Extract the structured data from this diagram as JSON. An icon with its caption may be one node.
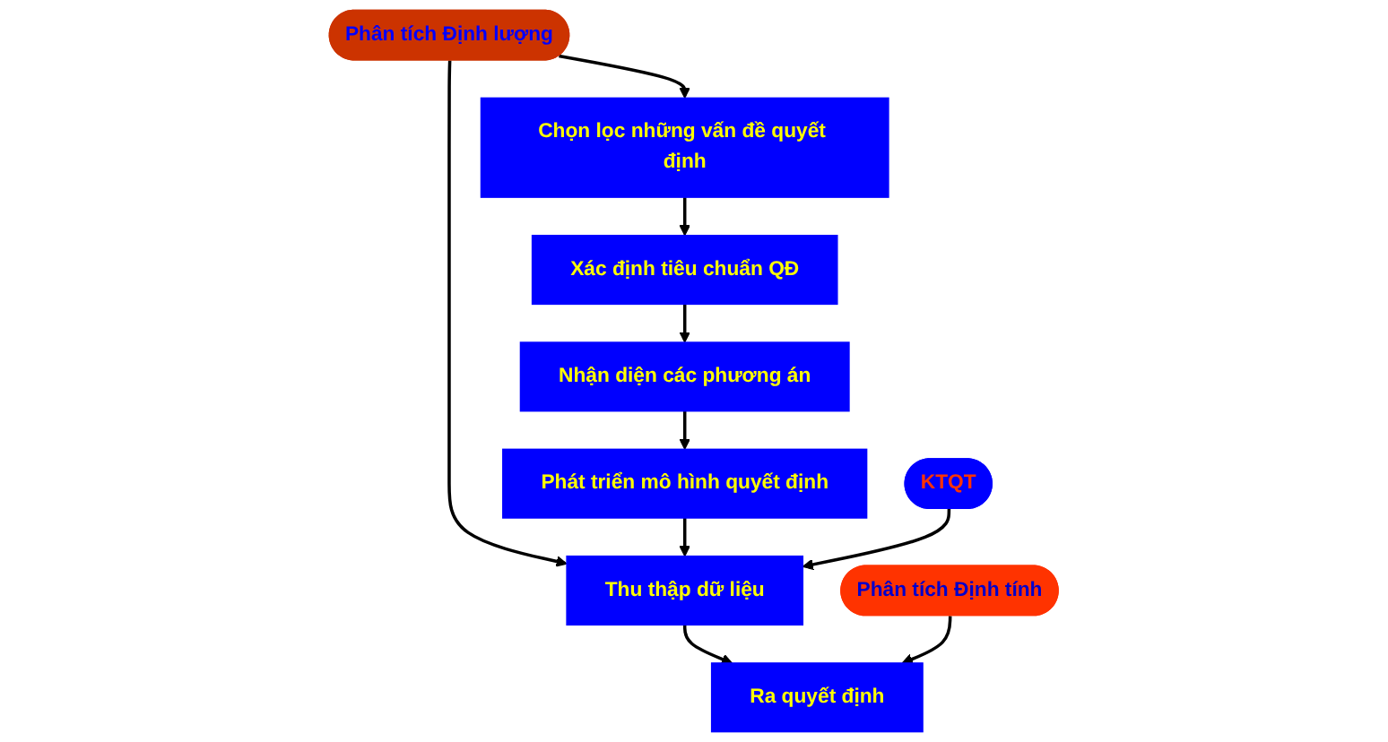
{
  "diagram": {
    "nodes": [
      {
        "text": [
          "Phân tích Định lượng"
        ]
      },
      {
        "text": [
          "Chọn lọc những vấn đề quyết định"
        ]
      },
      {
        "text": [
          "Xác định tiêu chuẩn QĐ"
        ]
      },
      {
        "text": [
          "Nhận diện các phương án"
        ]
      },
      {
        "text": [
          "Phát triển mô hình quyết định"
        ]
      },
      {
        "text": [
          "Thu thập dữ liệu"
        ]
      },
      {
        "text": [
          "Phân tích Định tính"
        ]
      },
      {
        "text": [
          "KTQT"
        ]
      },
      {
        "text": [
          "Ra quyết định"
        ]
      }
    ],
    "edges": [
      {
        "from": 0,
        "to": 1,
        "arrow": "to"
      },
      {
        "from": 0,
        "to": 5,
        "arrow": "to"
      },
      {
        "from": 1,
        "to": 2,
        "arrow": "to"
      },
      {
        "from": 2,
        "to": 3,
        "arrow": "to"
      },
      {
        "from": 3,
        "to": 4,
        "arrow": "to"
      },
      {
        "from": 4,
        "to": 5,
        "arrow": "to"
      },
      {
        "from": 5,
        "to": 8,
        "arrow": "to"
      },
      {
        "from": 6,
        "to": 8,
        "arrow": "to"
      },
      {
        "from": 7,
        "to": 5,
        "arrow": "to"
      }
    ]
  }
}
